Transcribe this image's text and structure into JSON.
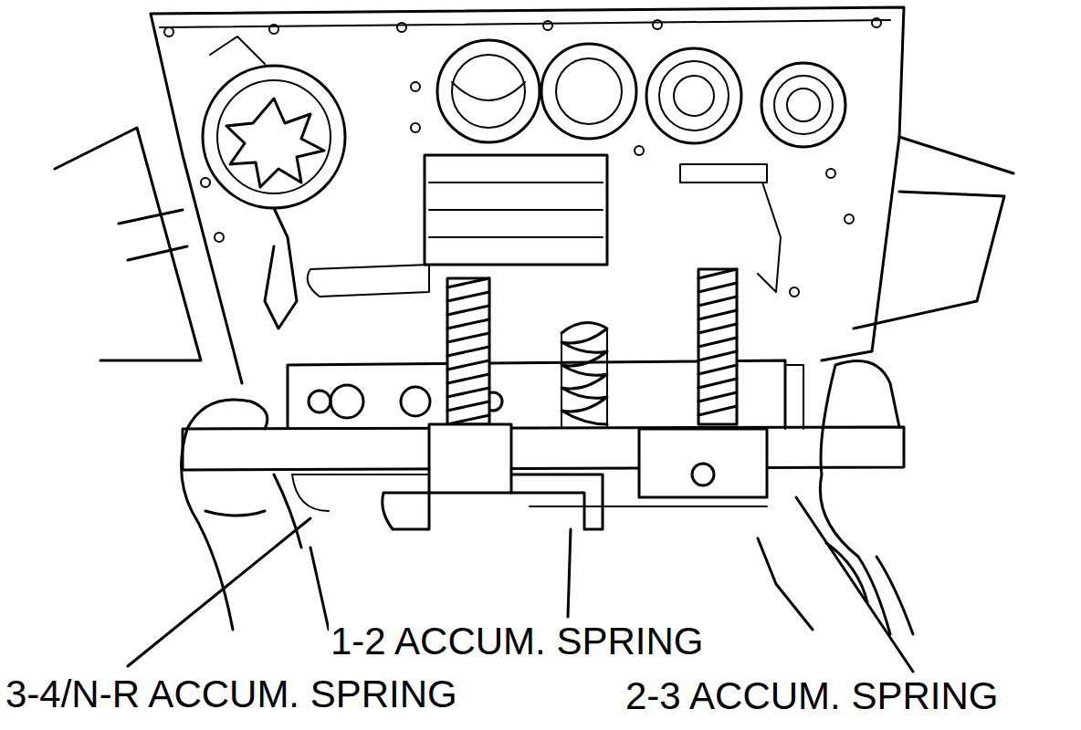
{
  "diagram": {
    "labels": [
      "1-2 ACCUM. SPRING",
      "3-4/N-R ACCUM. SPRING",
      "2-3 ACCUM. SPRING"
    ]
  }
}
